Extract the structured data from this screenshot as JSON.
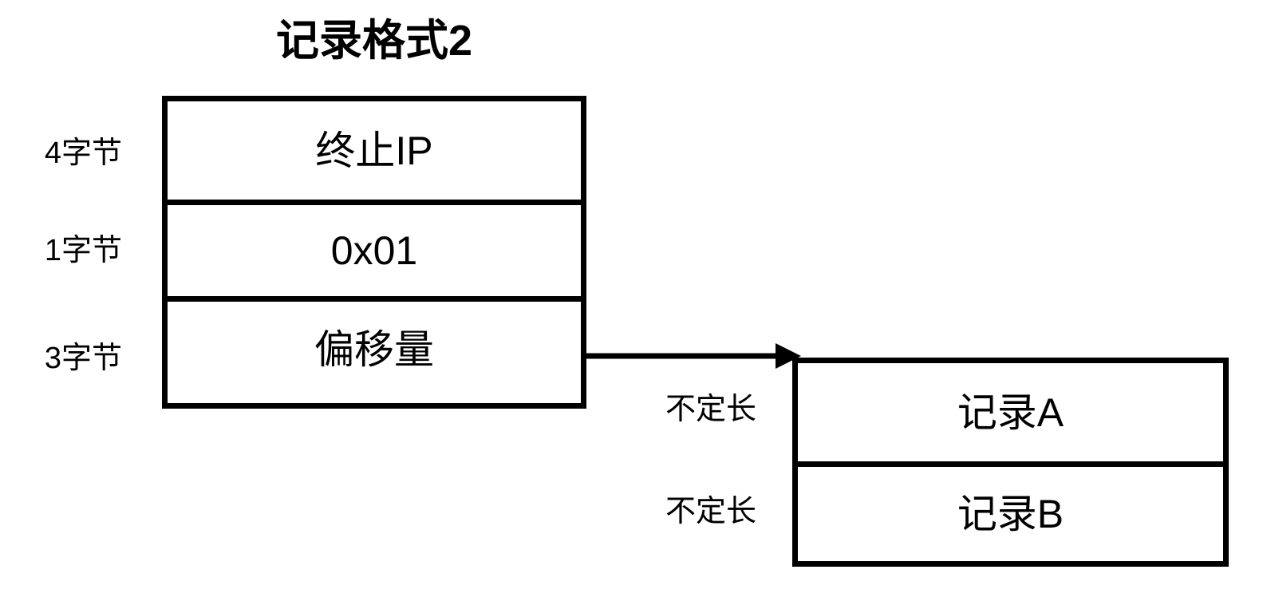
{
  "diagram": {
    "title": "记录格式2",
    "background_color": "#ffffff",
    "line_color": "#000000",
    "text_color": "#000000"
  },
  "left_table": {
    "name": "record-format-2-structure",
    "rows": [
      {
        "size_label": "4字节",
        "field_label": "终止IP"
      },
      {
        "size_label": "1字节",
        "field_label": "0x01"
      },
      {
        "size_label": "3字节",
        "field_label": "偏移量"
      }
    ]
  },
  "connector": {
    "name": "offset-points-to-records-arrow",
    "from_field": "偏移量",
    "to_table": "记录A"
  },
  "right_table": {
    "name": "variable-length-records",
    "rows": [
      {
        "size_label": "不定长",
        "field_label": "记录A"
      },
      {
        "size_label": "不定长",
        "field_label": "记录B"
      }
    ]
  }
}
